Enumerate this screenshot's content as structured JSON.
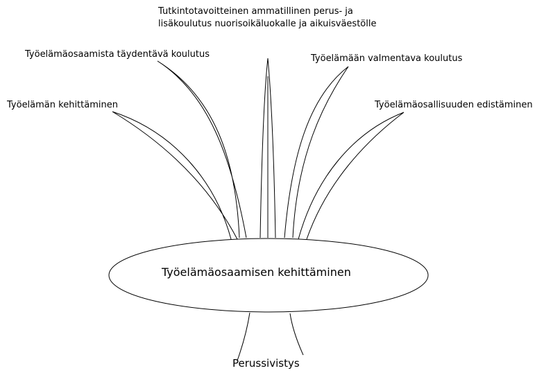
{
  "diagram": {
    "center_label": "Työelämäosaamisen kehittäminen",
    "root_label": "Perussivistys",
    "branches": {
      "top": {
        "line1": "Tutkintotavoitteinen ammatillinen perus- ja",
        "line2": "lisäkoulutus nuorisoikäluokalle ja aikuisväestölle"
      },
      "upper_left": "Työelämäosaamista täydentävä koulutus",
      "upper_right": "Työelämään valmentava koulutus",
      "lower_left": "Työelämän kehittäminen",
      "lower_right": "Työelämäosallisuuden edistäminen"
    },
    "colors": {
      "stroke": "#000000",
      "background": "#ffffff"
    }
  }
}
